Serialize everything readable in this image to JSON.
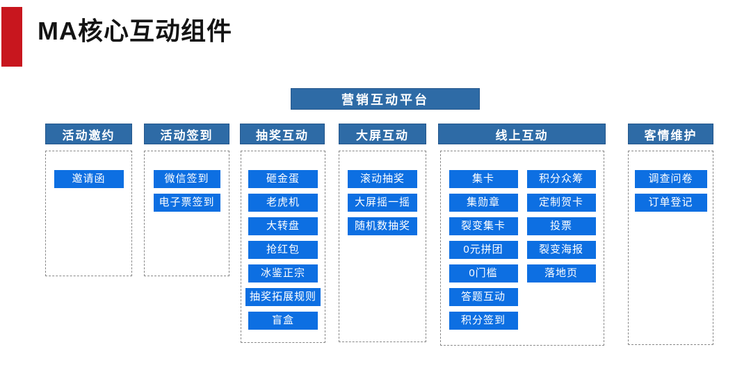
{
  "title": "MA核心互动组件",
  "platform_label": "营销互动平台",
  "colors": {
    "accent_red": "#C8161E",
    "header_blue": "#2E6BA6",
    "item_blue": "#0D6FE2"
  },
  "columns": [
    {
      "header": "活动邀约",
      "items": [
        "邀请函"
      ]
    },
    {
      "header": "活动签到",
      "items": [
        "微信签到",
        "电子票签到"
      ]
    },
    {
      "header": "抽奖互动",
      "items": [
        "砸金蛋",
        "老虎机",
        "大转盘",
        "抢红包",
        "冰鉴正宗",
        "抽奖拓展规则",
        "盲盒"
      ]
    },
    {
      "header": "大屏互动",
      "items": [
        "滚动抽奖",
        "大屏摇一摇",
        "随机数抽奖"
      ]
    },
    {
      "header": "线上互动",
      "items": [
        "集卡",
        "集勋章",
        "裂变集卡",
        "0元拼团",
        "0门槛",
        "答题互动",
        "积分签到"
      ],
      "items2": [
        "积分众筹",
        "定制贺卡",
        "投票",
        "裂变海报",
        "落地页"
      ]
    },
    {
      "header": "客情维护",
      "items": [
        "调查问卷",
        "订单登记"
      ]
    }
  ]
}
